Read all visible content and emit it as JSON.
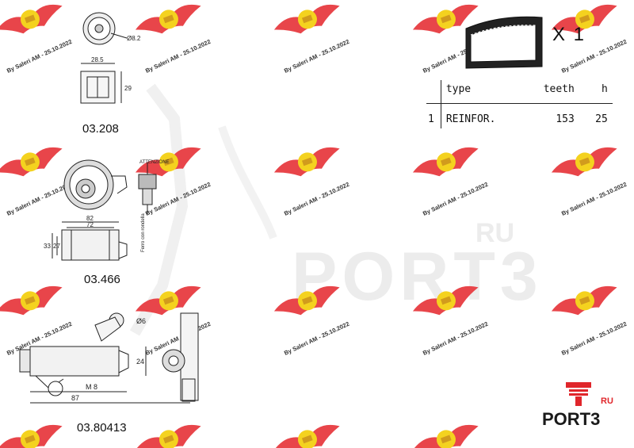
{
  "watermark": {
    "stamp_text": "By Saleri AM - 25.10.2022",
    "brand_text": "PORT3",
    "brand_suffix": "RU"
  },
  "parts": [
    {
      "code": "03.208",
      "dims": {
        "diameter": "Ø8.2",
        "width": "28.5",
        "height": "29"
      }
    },
    {
      "code": "03.466",
      "dims": {
        "note_top": "ATTENZIONE",
        "note_side": "Ferro con rondella",
        "width_outer": "82",
        "width_inner": "72",
        "height_outer": "33",
        "height_inner": "27"
      }
    },
    {
      "code": "03.80413",
      "dims": {
        "diameter": "Ø6",
        "height": "24",
        "thread": "M 8",
        "length": "87"
      }
    }
  ],
  "belt": {
    "quantity_label": "X 1"
  },
  "spec_table": {
    "headers": [
      "type",
      "teeth",
      "h"
    ],
    "rows": [
      {
        "index": "1",
        "type": "REINFOR.",
        "teeth": "153",
        "h": "25"
      }
    ]
  },
  "logo": {
    "text": "PORT3",
    "suffix": "RU"
  },
  "colors": {
    "stamp_red": "#e8454a",
    "stamp_yellow": "#f4d21f",
    "logo_red": "#e0262b"
  }
}
